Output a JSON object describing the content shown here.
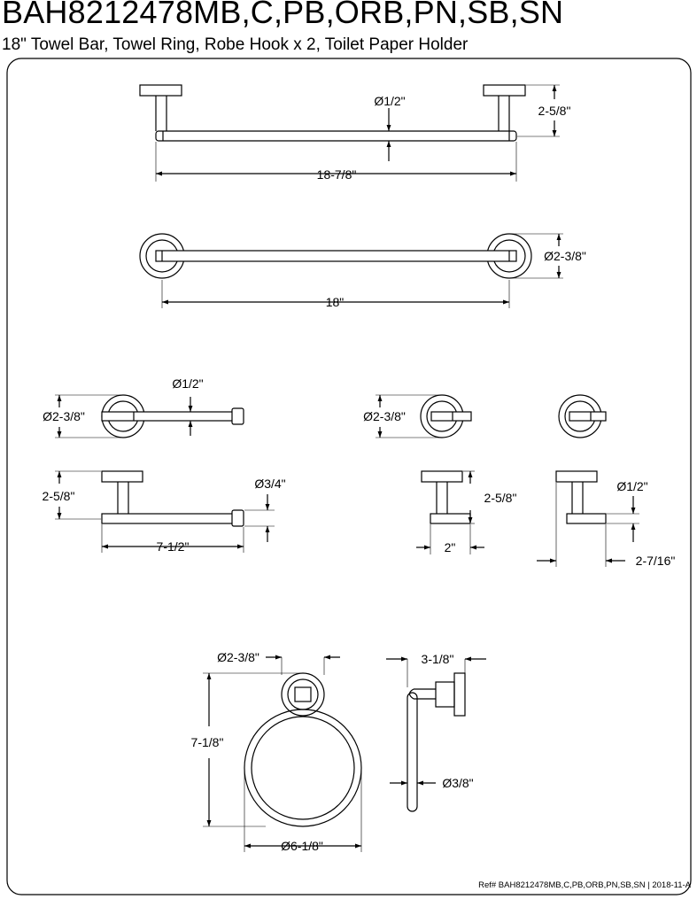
{
  "header": {
    "model": "BAH8212478MB,C,PB,ORB,PN,SB,SN",
    "description": "18\" Towel Bar, Towel Ring, Robe Hook x 2, Toilet Paper Holder"
  },
  "dimensions": {
    "bar_rod_dia": "Ø1/2\"",
    "bar_projection": "2-5/8\"",
    "bar_overall": "18-7/8\"",
    "bar_flange_dia": "Ø2-3/8\"",
    "bar_length": "18\"",
    "tp_rod_dia": "Ø1/2\"",
    "tp_flange_dia": "Ø2-3/8\"",
    "tp_projection": "2-5/8\"",
    "tp_end_dia": "Ø3/4\"",
    "tp_length": "7-1/2\"",
    "hook_flange_dia": "Ø2-3/8\"",
    "hook_projection": "2-5/8\"",
    "hook_width": "2\"",
    "hook2_rod_dia": "Ø1/2\"",
    "hook2_width": "2-7/16\"",
    "ring_flange_dia": "Ø2-3/8\"",
    "ring_height": "7-1/8\"",
    "ring_dia": "Ø6-1/8\"",
    "ring_projection": "3-1/8\"",
    "ring_rod_dia": "Ø3/8\""
  },
  "footer": {
    "ref": "Ref# BAH8212478MB,C,PB,ORB,PN,SB,SN | 2018-11-A"
  }
}
